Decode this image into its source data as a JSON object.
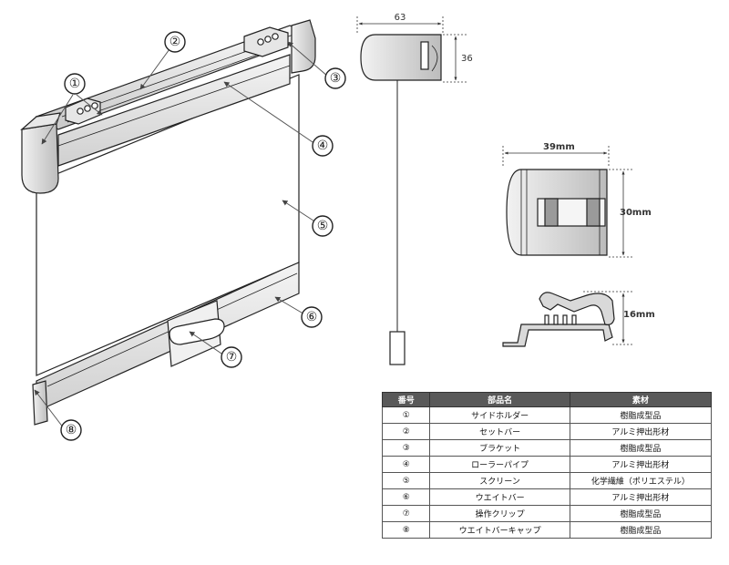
{
  "callouts": [
    "①",
    "②",
    "③",
    "④",
    "⑤",
    "⑥",
    "⑦",
    "⑧"
  ],
  "dimensions": {
    "side_view_width": "63",
    "side_view_height": "36",
    "clip_width": "39mm",
    "clip_height": "30mm",
    "bracket_height": "16mm"
  },
  "table": {
    "headers": [
      "番号",
      "部品名",
      "素材"
    ],
    "rows": [
      {
        "no": "①",
        "name": "サイドホルダー",
        "material": "樹脂成型品"
      },
      {
        "no": "②",
        "name": "セットバー",
        "material": "アルミ押出形材"
      },
      {
        "no": "③",
        "name": "ブラケット",
        "material": "樹脂成型品"
      },
      {
        "no": "④",
        "name": "ローラーパイプ",
        "material": "アルミ押出形材"
      },
      {
        "no": "⑤",
        "name": "スクリーン",
        "material": "化学繊維（ポリエステル）"
      },
      {
        "no": "⑥",
        "name": "ウエイトバー",
        "material": "アルミ押出形材"
      },
      {
        "no": "⑦",
        "name": "操作クリップ",
        "material": "樹脂成型品"
      },
      {
        "no": "⑧",
        "name": "ウエイトバーキャップ",
        "material": "樹脂成型品"
      }
    ]
  },
  "colors": {
    "header_bg": "#595959",
    "line": "#222222",
    "arrow": "#555555"
  }
}
